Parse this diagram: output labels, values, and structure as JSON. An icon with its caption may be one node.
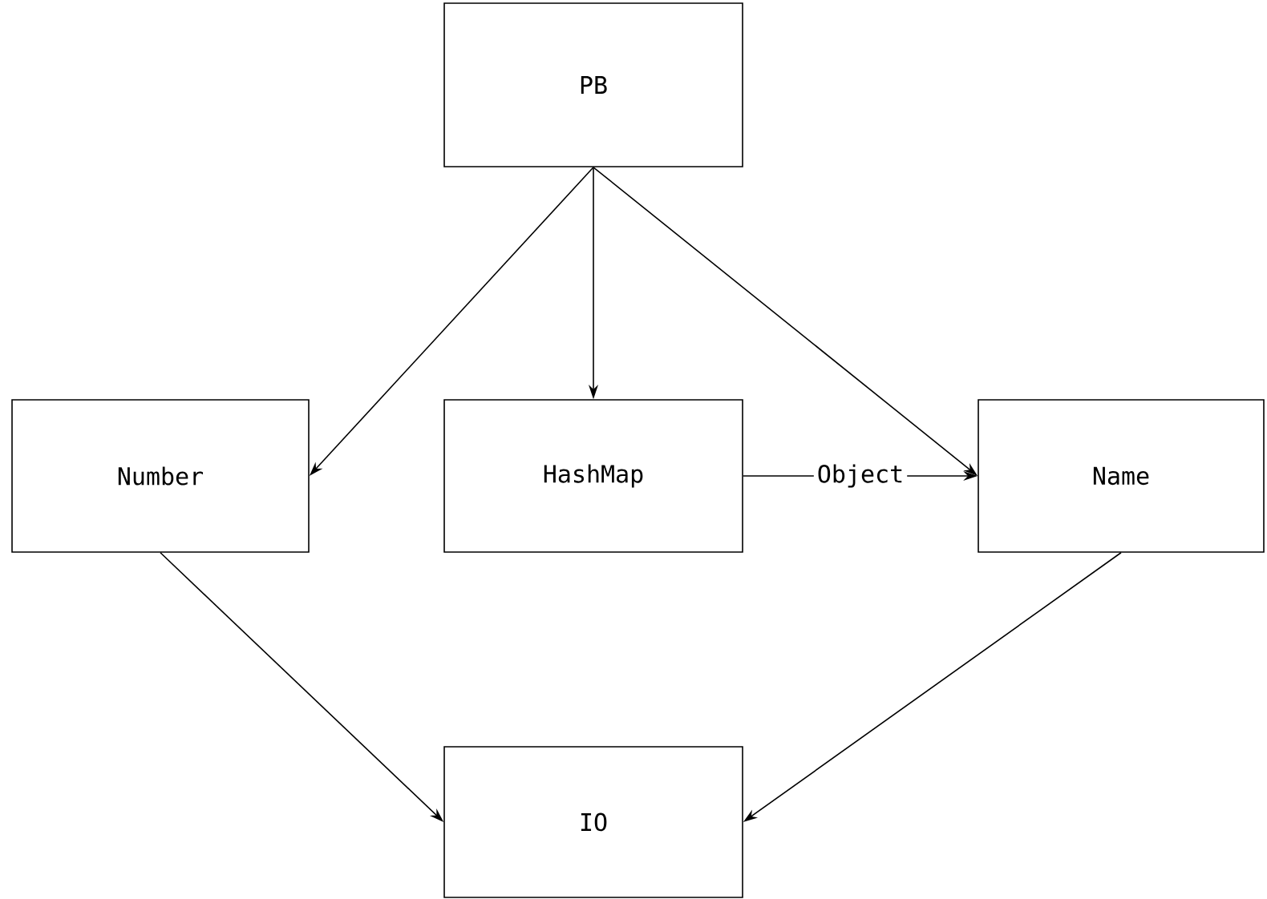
{
  "diagram": {
    "nodes": [
      {
        "text": [
          "PB"
        ]
      },
      {
        "text": [
          "Number"
        ]
      },
      {
        "text": [
          "HashMap"
        ]
      },
      {
        "text": [
          "Name"
        ]
      },
      {
        "text": [
          "IO"
        ]
      }
    ],
    "edges": [
      {
        "from": 0,
        "to": 1,
        "arrow": "to"
      },
      {
        "from": 0,
        "to": 2,
        "arrow": "to"
      },
      {
        "from": 0,
        "to": 3,
        "arrow": "to"
      },
      {
        "from": 2,
        "to": 3,
        "arrow": "to",
        "label": "Object"
      },
      {
        "from": 1,
        "to": 4,
        "arrow": "to"
      },
      {
        "from": 3,
        "to": 4,
        "arrow": "to"
      }
    ]
  }
}
